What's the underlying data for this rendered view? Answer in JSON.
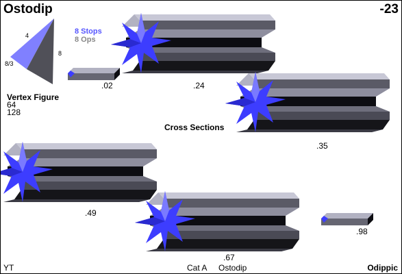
{
  "header": {
    "title": "Ostodip",
    "number": "-23"
  },
  "stats": {
    "stops": "8 Stops",
    "ops": "8 Ops"
  },
  "vertex_figure": {
    "label": "Vertex Figure",
    "edge_labels": [
      "4",
      "8/3",
      "8"
    ],
    "values": [
      "64",
      "128"
    ]
  },
  "sections_label": "Cross Sections",
  "cross_sections": [
    {
      "label": ".02"
    },
    {
      "label": ".24"
    },
    {
      "label": ".35"
    },
    {
      "label": ".49"
    },
    {
      "label": ".67"
    },
    {
      "label": ".98"
    }
  ],
  "footer": {
    "left": "YT",
    "category": "Cat A",
    "name": "Ostodip",
    "right": "Odippic"
  },
  "colors": {
    "accent": "#5555ff",
    "prism_top": "#a8a8b8",
    "prism_face": "#555560",
    "prism_dark": "#0c0c10",
    "star_blue": "#3d3dff",
    "star_light": "#7a7aff"
  }
}
